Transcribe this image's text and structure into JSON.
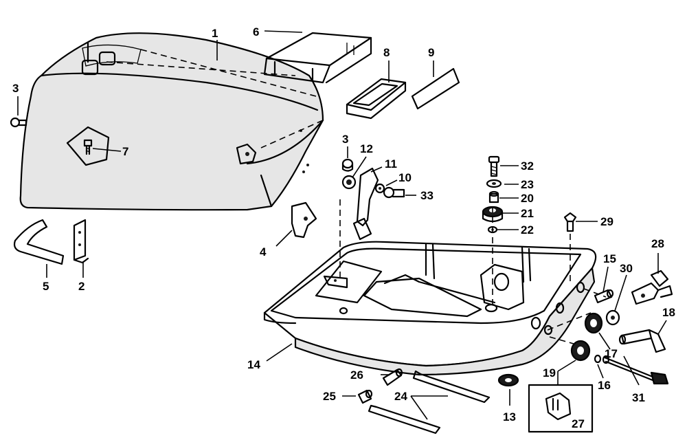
{
  "callouts": {
    "c1": "1",
    "c2": "2",
    "c3a": "3",
    "c3b": "3",
    "c4": "4",
    "c5": "5",
    "c6": "6",
    "c7": "7",
    "c8": "8",
    "c9": "9",
    "c10": "10",
    "c11": "11",
    "c12": "12",
    "c13": "13",
    "c14": "14",
    "c15": "15",
    "c16": "16",
    "c17": "17",
    "c18": "18",
    "c19": "19",
    "c20": "20",
    "c21": "21",
    "c22": "22",
    "c23": "23",
    "c24": "24",
    "c25": "25",
    "c26": "26",
    "c27": "27",
    "c28": "28",
    "c29": "29",
    "c30": "30",
    "c31": "31",
    "c32": "32",
    "c33": "33"
  }
}
